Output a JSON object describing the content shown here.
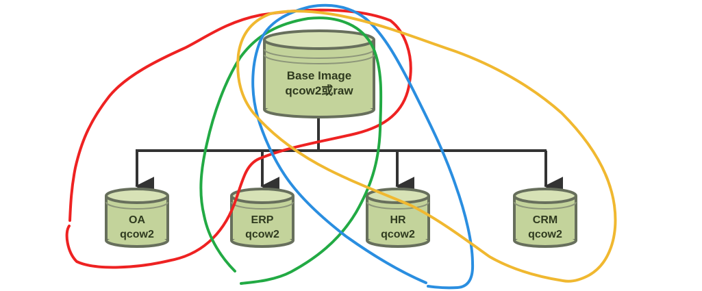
{
  "colors": {
    "background": "#ffffff",
    "db_body": "#c3d39b",
    "db_top": "#d7e2b6",
    "db_outline": "#676f5c",
    "db_inner_ring": "#8c9579",
    "connector": "#333333",
    "stroke_red": "#ee2222",
    "stroke_green": "#22aa44",
    "stroke_blue": "#2a8ee0",
    "stroke_orange": "#f0b830"
  },
  "base": {
    "name": "Base Image",
    "format": "qcow2或raw",
    "icon": "database-icon"
  },
  "children": [
    {
      "name": "OA",
      "format": "qcow2",
      "icon": "database-icon"
    },
    {
      "name": "ERP",
      "format": "qcow2",
      "icon": "database-icon"
    },
    {
      "name": "HR",
      "format": "qcow2",
      "icon": "database-icon"
    },
    {
      "name": "CRM",
      "format": "qcow2",
      "icon": "database-icon"
    }
  ],
  "annotations": [
    {
      "name": "red-loop",
      "color_key": "stroke_red"
    },
    {
      "name": "green-loop",
      "color_key": "stroke_green"
    },
    {
      "name": "blue-loop",
      "color_key": "stroke_blue"
    },
    {
      "name": "orange-loop",
      "color_key": "stroke_orange"
    }
  ]
}
